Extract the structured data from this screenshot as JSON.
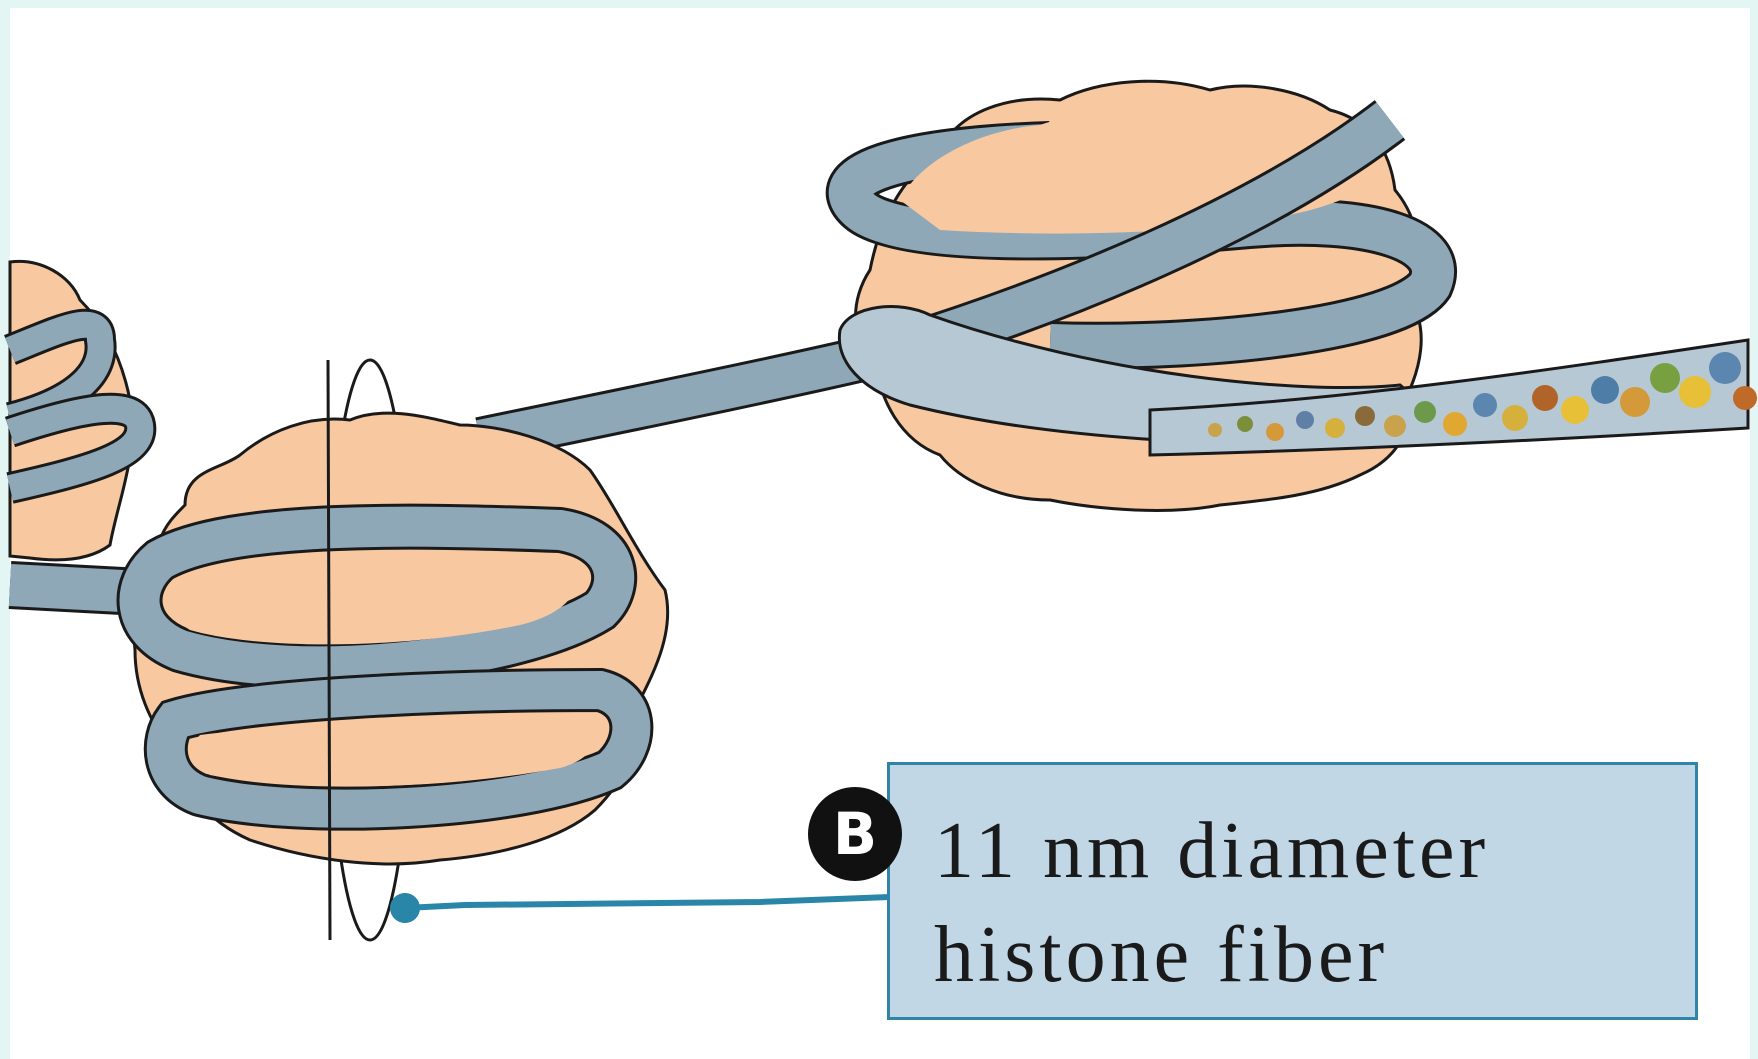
{
  "label": {
    "badge": "B",
    "line1": "11 nm diameter",
    "line2": "histone fiber"
  },
  "colors": {
    "histone": "#f8c8a0",
    "dna": "#8ea8b8",
    "outline": "#1a1a1a",
    "leader": "#2a86a8",
    "label_bg": "#c2d7e6",
    "frame": "#e4f6f4"
  }
}
